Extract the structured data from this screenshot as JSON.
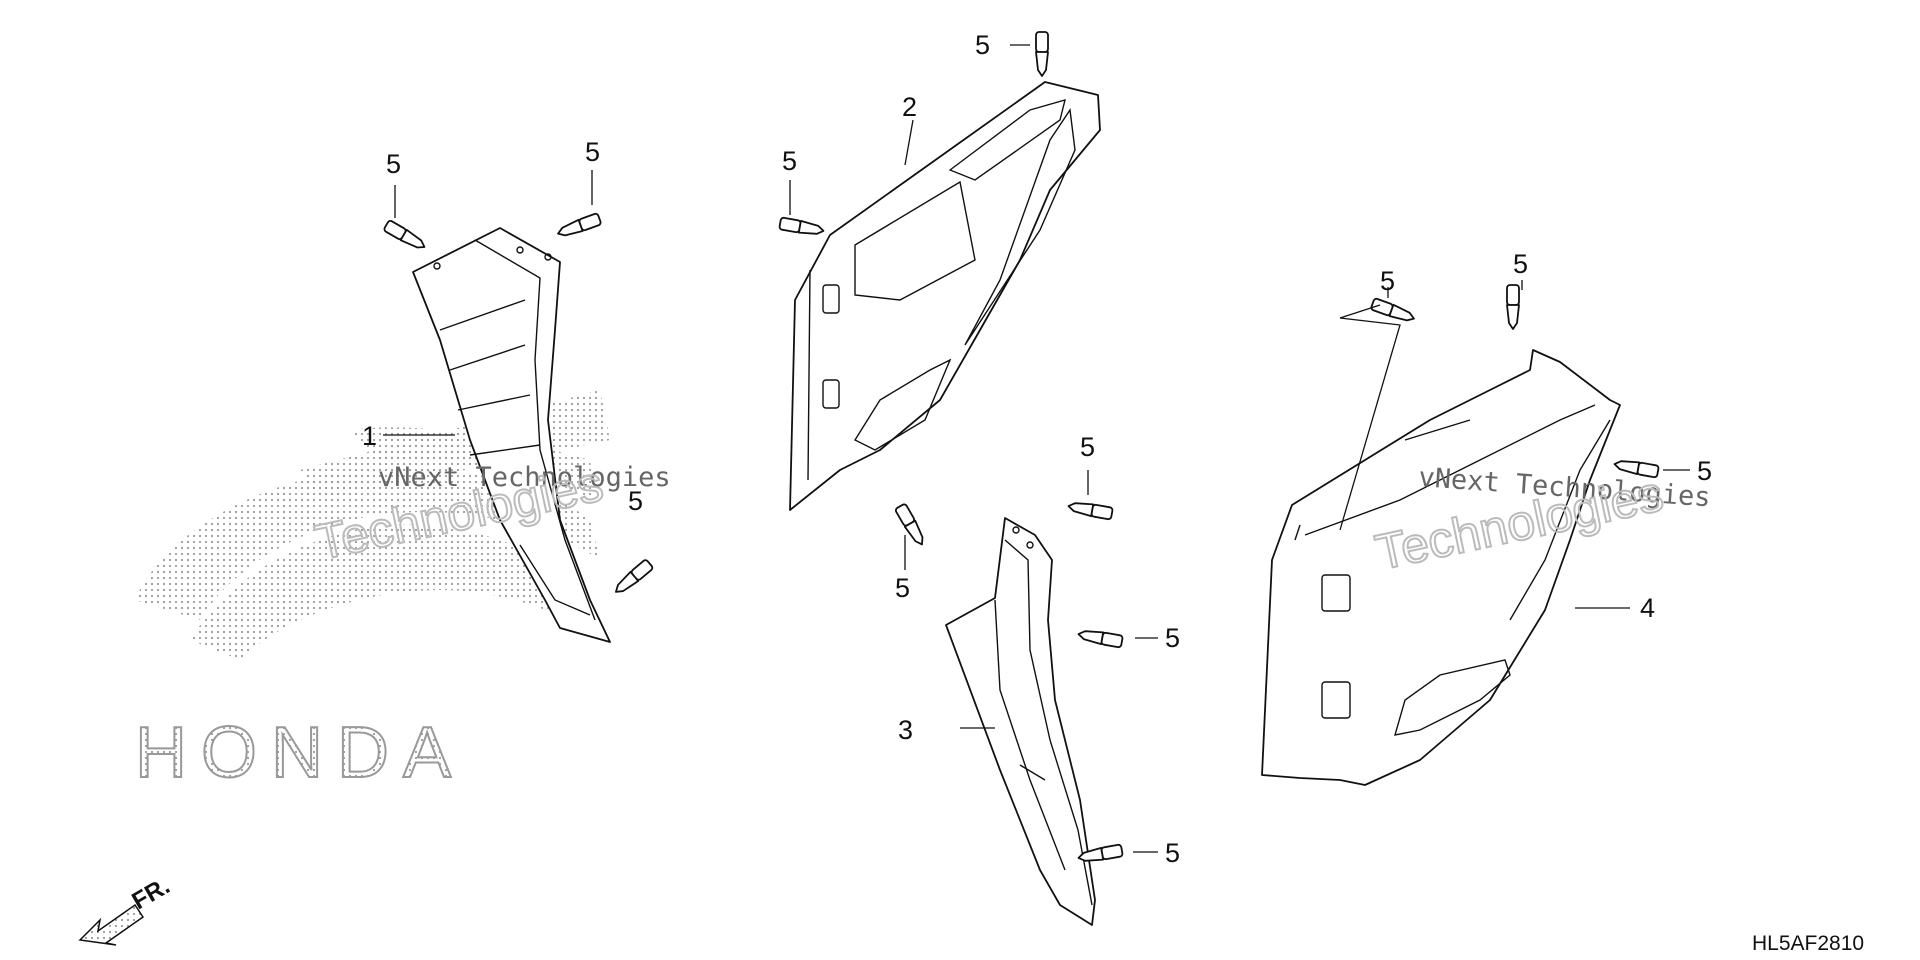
{
  "diagram_code": "HL5AF2810",
  "watermark": {
    "line1": "vNext Technologies",
    "line2": "Technologies"
  },
  "logo": {
    "text": "HONDA"
  },
  "front_arrow": {
    "label": "FR."
  },
  "callouts": [
    {
      "id": "part-1",
      "label": "1"
    },
    {
      "id": "part-2",
      "label": "2"
    },
    {
      "id": "part-3",
      "label": "3"
    },
    {
      "id": "part-4",
      "label": "4"
    },
    {
      "id": "clip",
      "label": "5"
    }
  ]
}
